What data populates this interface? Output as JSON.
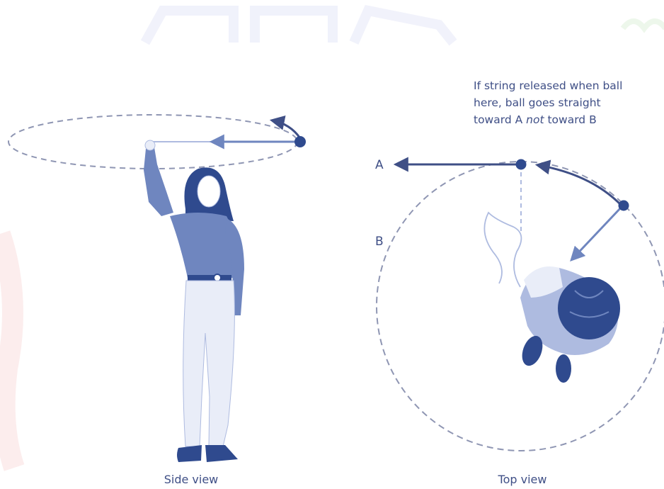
{
  "side_view": {
    "caption": "Side view"
  },
  "top_view": {
    "caption": "Top view",
    "label_a": "A",
    "label_b": "B",
    "annotation": {
      "line1": "If string released when ball",
      "line2": "here, ball goes straight",
      "line3_prefix": "toward A ",
      "line3_emph": "not",
      "line3_suffix": " toward B"
    }
  },
  "colors": {
    "ink": "#3f4f86",
    "figure_dark": "#2f4a8e",
    "figure_mid": "#6f86bf",
    "figure_light": "#aebbe0",
    "pants": "#e9edf8",
    "dashed": "#8f96b3"
  }
}
